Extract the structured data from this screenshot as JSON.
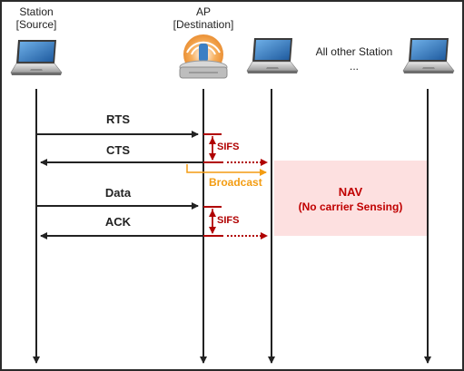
{
  "nodes": {
    "source": {
      "line1": "Station",
      "line2": "[Source]"
    },
    "ap": {
      "line1": "AP",
      "line2": "[Destination]"
    },
    "others": {
      "line1": "All other Station",
      "line2": "..."
    }
  },
  "messages": {
    "rts": "RTS",
    "cts": "CTS",
    "data": "Data",
    "ack": "ACK",
    "broadcast": "Broadcast"
  },
  "sifs": {
    "first": "SIFS",
    "second": "SIFS"
  },
  "nav": {
    "line1": "NAV",
    "line2": "(No carrier Sensing)"
  },
  "colors": {
    "frame": "#2b2b2b",
    "text": "#222222",
    "arrow": "#222222",
    "sifs": "#b00000",
    "broadcast": "#f39c12",
    "nav_fill": "#fde0e0",
    "nav_text": "#c00000"
  },
  "icons": [
    "laptop-icon",
    "access-point-icon"
  ]
}
